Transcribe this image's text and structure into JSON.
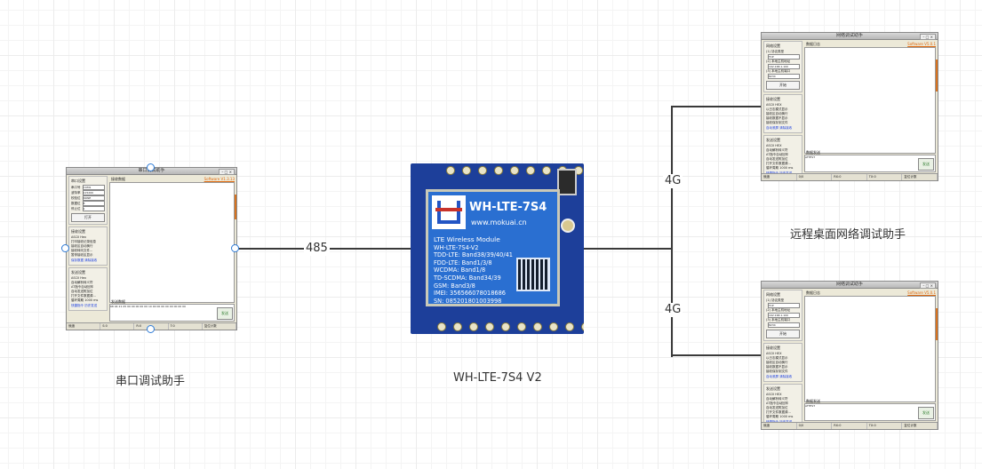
{
  "diagram": {
    "nodes": {
      "serial_tool": {
        "caption": "串口调试助手"
      },
      "module": {
        "caption": "WH-LTE-7S4 V2",
        "title": "WH-LTE-7S4",
        "url": "www.mokuai.cn",
        "subtitle": "LTE Wireless Module",
        "model": "WH-LTE-7S4-V2",
        "specs": [
          "TDD-LTE:  Band38/39/40/41",
          "FDD-LTE:  Band1/3/8",
          "WCDMA:  Band1/8",
          "TD-SCDMA:  Band34/39",
          "GSM:  Band3/8"
        ],
        "imei": "IMEI:  356566078018686",
        "sn": "SN:  085201801003998",
        "logo_text": "WH"
      },
      "network_tool": {
        "caption": "远程桌面网络调试助手"
      }
    },
    "edges": [
      {
        "from": "serial_tool",
        "to": "module",
        "label": "485"
      },
      {
        "from": "module",
        "to": "network_tool_top",
        "label": "4G"
      },
      {
        "from": "module",
        "to": "network_tool_bottom",
        "label": "4G"
      }
    ]
  },
  "serial_window": {
    "title": "串口调试助手",
    "version": "Software V1.3.13",
    "controls": "– □ ×",
    "port_group": "串口设置",
    "port_rows": [
      {
        "label": "串口号",
        "value": "COM1"
      },
      {
        "label": "波特率",
        "value": "115200"
      },
      {
        "label": "校验位",
        "value": "NONE"
      },
      {
        "label": "数据位",
        "value": "8"
      },
      {
        "label": "停止位",
        "value": "1"
      }
    ],
    "open_button": "打开",
    "recv_group": "接收设置",
    "recv_options": [
      "ASCII  Hex",
      "打印接收记录信息",
      "接收区自动换行",
      "接收转向文件...",
      "暂停接收区显示"
    ],
    "recv_links": [
      "保存数据",
      "清除接收"
    ],
    "send_group": "发送设置",
    "send_options": [
      "ASCII  Hex",
      "自动解析转义符",
      "AT指令自动回车",
      "自动发送附加位",
      "打开文件数据源...",
      "循环周期 1000 ms"
    ],
    "send_links": [
      "快捷指令",
      "历史发送"
    ],
    "recv_tab": "接收数据",
    "send_tab": "发送数据",
    "send_content": "68 04 21 05 00 00 00 00 00 10 00 00 00 00 00 00 00 00",
    "send_button": "发送",
    "status": [
      "就绪",
      "S:0",
      "R:0",
      "T:0",
      "复位计数"
    ]
  },
  "network_window": {
    "title": "网络调试助手",
    "version": "Software V5.0.1",
    "controls": "– □ ×",
    "net_group": "网络设置",
    "net_rows": [
      {
        "label": "(1) 协议类型",
        "value": "TCP"
      },
      {
        "label": "(2) 本地主机地址",
        "value": "192.168.1.100"
      },
      {
        "label": "(3) 本地主机端口",
        "value": "8234"
      }
    ],
    "open_button": "开始",
    "recv_group": "接收设置",
    "recv_options": [
      "ASCII  HEX",
      "以日志模式显示",
      "接收区自动换行",
      "接收数据不显示",
      "接收保存到文件"
    ],
    "recv_links": [
      "自动滚屏",
      "清除接收"
    ],
    "send_group": "发送设置",
    "send_options": [
      "ASCII  HEX",
      "自动解析转义符",
      "AT指令自动回车",
      "自动发送附加位",
      "打开文件数据源...",
      "循环周期 1000 ms"
    ],
    "send_links": [
      "快捷指令",
      "历史发送"
    ],
    "recv_tab": "数据日志",
    "send_tab": "数据发送",
    "send_content": "ATTEST",
    "send_button": "发送",
    "status": [
      "就绪",
      "0/0",
      "RX:0",
      "TX:0",
      "复位计数"
    ]
  }
}
